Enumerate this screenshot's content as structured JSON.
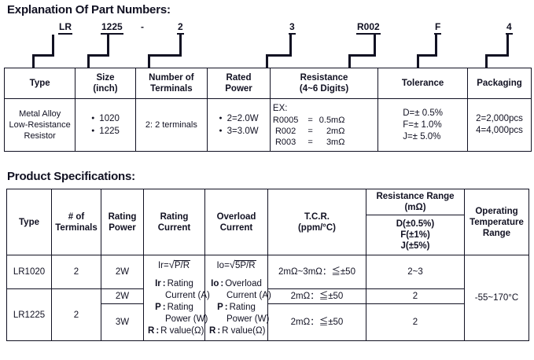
{
  "document": {
    "section1_heading": "Explanation Of Part Numbers:",
    "section2_heading": "Product Specifications:"
  },
  "part_number_diagram": {
    "segments": [
      {
        "label": "LR",
        "name": "type"
      },
      {
        "label": "1225",
        "name": "size"
      },
      {
        "label": "2",
        "name": "number-of-terminals"
      },
      {
        "label": "3",
        "name": "rated-power"
      },
      {
        "label": "R002",
        "name": "resistance"
      },
      {
        "label": "F",
        "name": "tolerance"
      },
      {
        "label": "4",
        "name": "packaging"
      }
    ],
    "separator": "-"
  },
  "table_part_numbers": {
    "headers": [
      "Type",
      "Size\n(inch)",
      "Number of\nTerminals",
      "Rated\nPower",
      "Resistance\n(4~6 Digits)",
      "Tolerance",
      "Packaging"
    ],
    "header_lines": {
      "type": "Type",
      "size_l1": "Size",
      "size_l2": "(inch)",
      "terminals_l1": "Number of",
      "terminals_l2": "Terminals",
      "power_l1": "Rated",
      "power_l2": "Power",
      "resistance_l1": "Resistance",
      "resistance_l2": "(4~6 Digits)",
      "tolerance": "Tolerance",
      "packaging": "Packaging"
    },
    "row": {
      "type_l1": "Metal Alloy",
      "type_l2": "Low-Resistance",
      "type_l3": "Resistor",
      "sizes": [
        "1020",
        "1225"
      ],
      "terminals": "2: 2 terminals",
      "power_options": [
        "2=2.0W",
        "3=3.0W"
      ],
      "resistance_ex_label": "EX:",
      "resistance_examples": [
        {
          "code": "R0005",
          "eq": "=",
          "value": "0.5mΩ"
        },
        {
          "code": "R002",
          "eq": "=",
          "value": "2mΩ"
        },
        {
          "code": "R003",
          "eq": "=",
          "value": "3mΩ"
        }
      ],
      "tolerance_options": [
        "D=± 0.5%",
        "F=± 1.0%",
        "J=± 5.0%"
      ],
      "packaging_options": [
        "2=2,000pcs",
        "4=4,000pcs"
      ]
    }
  },
  "table_product_specs": {
    "headers": {
      "type": "Type",
      "terminals_l1": "# of",
      "terminals_l2": "Terminals",
      "rating_power_l1": "Rating",
      "rating_power_l2": "Power",
      "rating_current_l1": "Rating",
      "rating_current_l2": "Current",
      "overload_current_l1": "Overload",
      "overload_current_l2": "Current",
      "tcr_l1": "T.C.R.",
      "tcr_l2": "(ppm/°C)",
      "resistance_range_l1": "Resistance Range",
      "resistance_range_l2": "(mΩ)",
      "resistance_range_sub_l1": "D(±0.5%)",
      "resistance_range_sub_l2": "F(±1%)",
      "resistance_range_sub_l3": "J(±5%)",
      "operating_temp_l1": "Operating",
      "operating_temp_l2": "Temperature",
      "operating_temp_l3": "Range"
    },
    "rating_current_formula": {
      "lhs": "Ir=",
      "radicand": "P/R",
      "legend": [
        {
          "sym": "Ir",
          "text": "Rating",
          "cont": "Current (A)"
        },
        {
          "sym": "P",
          "text": "Rating",
          "cont": "Power (W)"
        },
        {
          "sym": "R",
          "text": "R value(Ω)",
          "cont": ""
        }
      ]
    },
    "overload_current_formula": {
      "lhs": "Io=",
      "radicand": "5P/R",
      "legend": [
        {
          "sym": "Io",
          "text": "Overload",
          "cont": "Current (A)"
        },
        {
          "sym": "P",
          "text": "Rating",
          "cont": "Power (W)"
        },
        {
          "sym": "R",
          "text": "R value(Ω)",
          "cont": ""
        }
      ]
    },
    "rows": [
      {
        "type": "LR1020",
        "terminals": "2",
        "rating_power": "2W",
        "tcr": "2mΩ~3mΩ：≦±50",
        "resistance_range": "2~3"
      },
      {
        "type": "LR1225",
        "terminals": "2",
        "rating_power": "2W",
        "tcr": "2mΩ：≦±50",
        "resistance_range": "2"
      },
      {
        "type": "",
        "terminals": "",
        "rating_power": "3W",
        "tcr": "2mΩ：≦±50",
        "resistance_range": "2"
      }
    ],
    "operating_temperature": "-55~170°C"
  },
  "colors": {
    "ink": "#111122",
    "background": "#ffffff"
  }
}
